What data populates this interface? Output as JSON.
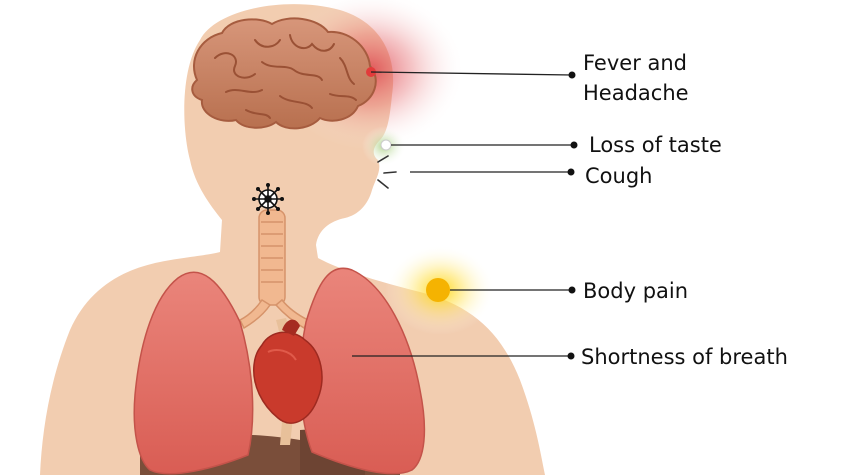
{
  "symptoms": [
    {
      "id": "fever",
      "lines": [
        "Fever and",
        "Headache"
      ],
      "color": "#d9313d"
    },
    {
      "id": "taste",
      "lines": [
        "Loss of taste"
      ],
      "color": "#b9d79a"
    },
    {
      "id": "cough",
      "lines": [
        "Cough"
      ],
      "color": "#777777"
    },
    {
      "id": "pain",
      "lines": [
        "Body pain"
      ],
      "color": "#f2b705"
    },
    {
      "id": "breath",
      "lines": [
        "Shortness of breath"
      ],
      "color": "#e8746c"
    }
  ],
  "colors": {
    "skin": "#f2cdb0",
    "brain": "#c78262",
    "lung": "#e46c63",
    "heart": "#c93a2c",
    "trachea": "#f1b890",
    "liver": "#7a4e3a"
  }
}
